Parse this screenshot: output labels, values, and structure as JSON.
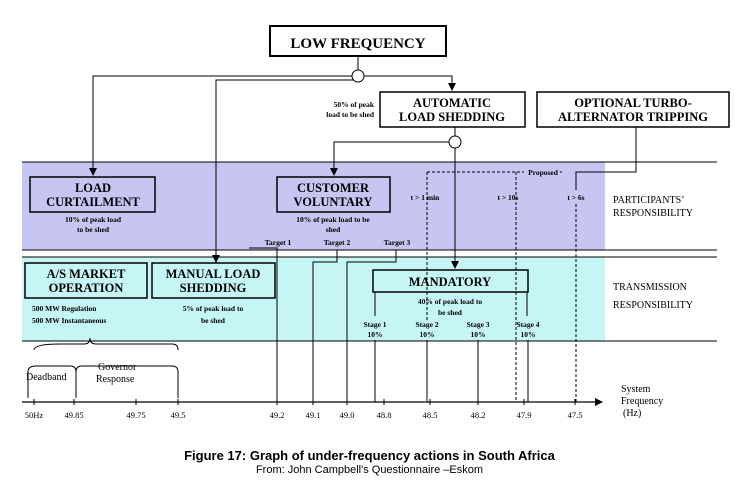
{
  "top_box": "LOW FREQUENCY",
  "peak_note_line1": "50% of peak",
  "peak_note_line2": "load to be shed",
  "auto_line1": "AUTOMATIC",
  "auto_line2": "LOAD SHEDDING",
  "turbo_line1": "OPTIONAL TURBO-",
  "turbo_line2": "ALTERNATOR TRIPPING",
  "load_curt_line1": "LOAD",
  "load_curt_line2": "CURTAILMENT",
  "load_curt_note1": "10% of peak load",
  "load_curt_note2": "to be shed",
  "cust_line1": "CUSTOMER",
  "cust_line2": "VOLUNTARY",
  "cust_note1": "10% of peak load to be",
  "cust_note2": "shed",
  "t_1min": "t > 1 min",
  "t_10s": "t > 10s",
  "t_6s": "t > 6s",
  "proposed": "Proposed",
  "participants_line1": "PARTICIPANTS’",
  "participants_line2": "RESPONSIBILITY",
  "targets": [
    "Target 1",
    "Target 2",
    "Target 3"
  ],
  "as_line1": "A/S MARKET",
  "as_line2": "OPERATION",
  "as_note1": "500 MW Regulation",
  "as_note2": "500 MW Instantaneous",
  "manual_line1": "MANUAL LOAD",
  "manual_line2": "SHEDDING",
  "manual_note1": "5% of peak load to",
  "manual_note2": "be shed",
  "mandatory": "MANDATORY",
  "mandatory_note1": "40% of peak load to",
  "mandatory_note2": "be shed",
  "stages": [
    {
      "name": "Stage 1",
      "pct": "10%"
    },
    {
      "name": "Stage 2",
      "pct": "10%"
    },
    {
      "name": "Stage 3",
      "pct": "10%"
    },
    {
      "name": "Stage 4",
      "pct": "10%"
    }
  ],
  "transmission_line1": "TRANSMISSION",
  "transmission_line2": "RESPONSIBILITY",
  "deadband": "Deadband",
  "governor_line1": "Governor",
  "governor_line2": "Response",
  "axis_line1": "System",
  "axis_line2": "Frequency",
  "axis_line3": "(Hz)",
  "ticks": [
    "50Hz",
    "49.85",
    "49.75",
    "49.5",
    "49.2",
    "49.1",
    "49.0",
    "48.8",
    "48.5",
    "48.2",
    "47.9",
    "47.5"
  ],
  "caption": "Figure 17: Graph of under-frequency actions in South Africa",
  "source": "From: John Campbell's Questionnaire –Eskom",
  "colors": {
    "participants_band": "#c7c5f1",
    "transmission_band": "#c6f5f5"
  }
}
